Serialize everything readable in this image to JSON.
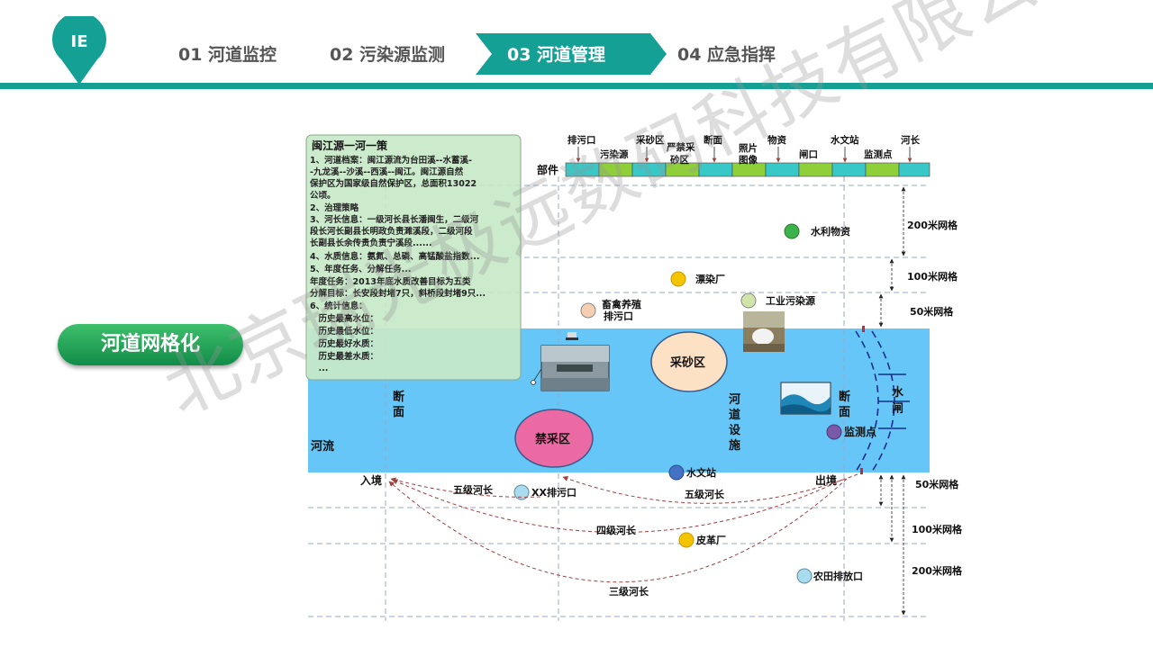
{
  "logo": {
    "text": "IE"
  },
  "nav": {
    "items": [
      "01 河道监控",
      "02 污染源监测",
      "03 河道管理",
      "04 应急指挥"
    ],
    "active_index": 2
  },
  "section_title": "河道网格化",
  "info_box": {
    "title": "闽江源一河一策",
    "lines": [
      "1、河道档案：闽江源流为台田溪--水蓄溪-",
      "-九龙溪--沙溪--西溪--闽江。闽江源自然",
      "保护区为国家级自然保护区，总面积13022",
      "公顷。",
      "2、治理策略",
      "3、河长信息：一级河长县长潘闽生，二级河",
      "段长河长副县长明政负责濉溪段，二级河段",
      "长副县长余传贵负责宁溪段......",
      "4、水质信息：氨氮、总磷、高锰酸盐指数...",
      "5、年度任务、分解任务...",
      "年度任务：2013年底水质改善目标为五类",
      "分解目标：长安段封堵7只，斜桥段封堵9只...",
      "6、统计信息：",
      "　历史最高水位：",
      "　历史最低水位：",
      "　历史最好水质：",
      "　历史最差水质：",
      "　..."
    ]
  },
  "components": {
    "label": "部件",
    "top_labels": [
      "排污口",
      "采砂区",
      "断面",
      "物资",
      "水文站",
      "河长"
    ],
    "bottom_labels": [
      "污染源",
      "严禁采\n砂区",
      "照片\n图像",
      "闸口",
      "监测点"
    ]
  },
  "grid_labels": {
    "upper": [
      "200米网格",
      "100米网格",
      "50米网格"
    ],
    "lower": [
      "50米网格",
      "100米网格",
      "200米网格"
    ]
  },
  "points_upper": [
    "水利物资",
    "漂染厂",
    "工业污染源",
    "畜禽养殖\n排污口"
  ],
  "river": {
    "name": "河流",
    "section_left": "断\n面",
    "section_right": "断\n面",
    "facility": "河\n道\n设\n施",
    "gate": "水\n闸",
    "sand_zone": "采砂区",
    "ban_zone": "禁采区",
    "monitor": "监测点",
    "hydro_station": "水文站",
    "entry": "入境",
    "exit": "出境"
  },
  "points_lower": [
    "XX排污口",
    "皮革厂",
    "农田排放口"
  ],
  "river_chiefs": [
    "五级河长",
    "五级河长",
    "四级河长",
    "三级河长"
  ],
  "watermark": "北京瑞光极远数码科技有限公司",
  "colors": {
    "teal": "#15a096",
    "river": "#66c6f7",
    "green_button": "#1f9e56",
    "box_fill": "#c8e8c8",
    "bar_teal": "#39c8c8",
    "bar_green": "#8fd03a"
  }
}
